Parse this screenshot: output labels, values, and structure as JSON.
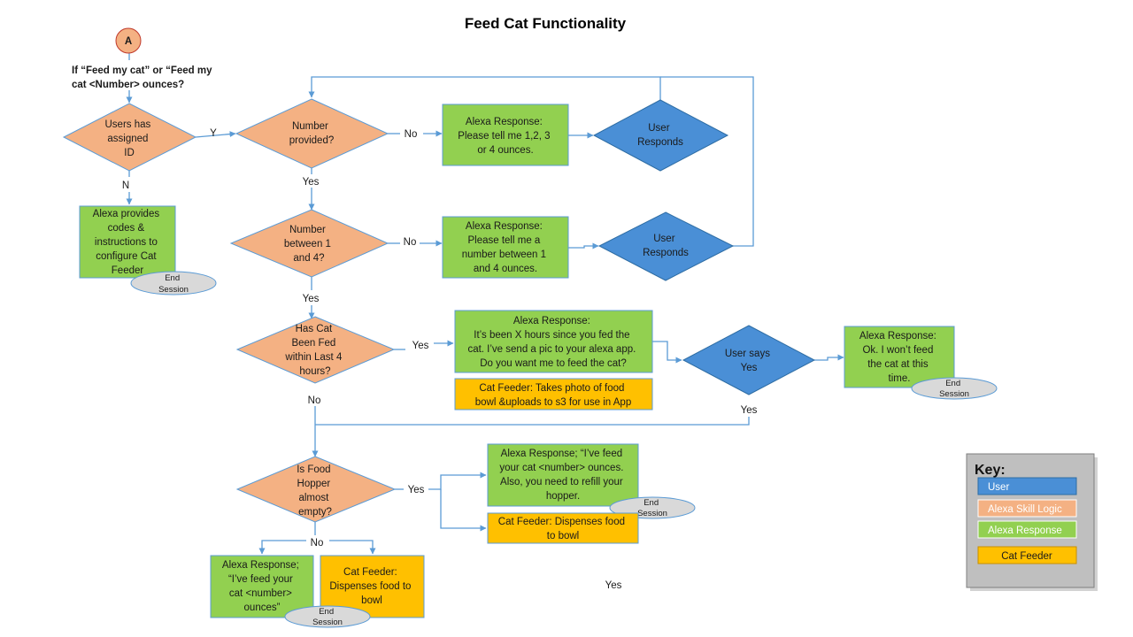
{
  "title": "Feed Cat Functionality",
  "colors": {
    "user": "#4a8fd6",
    "logic": "#f4b183",
    "response": "#92d050",
    "feeder": "#ffc000",
    "end_session": "#d9d9d9",
    "connector": "#5b9bd5",
    "key_panel": "#bfbfbf"
  },
  "start": {
    "connector_label": "A",
    "condition_line1": "If “Feed my cat” or “Feed my",
    "condition_line2": "cat <Number> ounces?"
  },
  "nodes": {
    "assigned_id": [
      "Users has",
      "assigned",
      "ID"
    ],
    "number_provided": [
      "Number",
      "provided?"
    ],
    "ask_number": [
      "Alexa Response:",
      "Please tell me 1,2, 3",
      "or 4 ounces."
    ],
    "user_responds_1": [
      "User",
      "Responds"
    ],
    "configure": [
      "Alexa provides",
      "codes &",
      "instructions to",
      "configure Cat",
      "Feeder"
    ],
    "number_range": [
      "Number",
      "between  1",
      "and 4?"
    ],
    "ask_range": [
      "Alexa Response:",
      "Please tell me a",
      "number between  1",
      "and 4 ounces."
    ],
    "user_responds_2": [
      "User",
      "Responds"
    ],
    "fed_recently": [
      "Has Cat",
      "Been Fed",
      "within Last 4",
      "hours?"
    ],
    "fed_response": [
      "Alexa Response:",
      "It’s been  X hours since you fed the",
      "cat. I’ve send a pic to your alexa app.",
      "Do you want me  to feed the cat?"
    ],
    "photo_feeder": [
      "Cat Feeder:  Takes photo of food",
      "bowl &uploads to s3 for use in App"
    ],
    "user_says_yes": [
      "User says",
      "Yes"
    ],
    "wont_feed": [
      "Alexa Response:",
      "Ok. I won’t feed",
      "the cat at this",
      "time."
    ],
    "hopper_empty": [
      "Is Food",
      "Hopper",
      "almost",
      "empty?"
    ],
    "refill_response": [
      "Alexa Response; “I’ve feed",
      "your cat <number> ounces.",
      "Also, you need  to refill your",
      "hopper."
    ],
    "dispense_1": [
      "Cat Feeder:  Dispenses food",
      "to bowl"
    ],
    "fed_response_2": [
      "Alexa Response;",
      "“I’ve feed your",
      "cat <number>",
      "ounces”"
    ],
    "dispense_2": [
      "Cat Feeder:",
      "Dispenses food to",
      "bowl"
    ]
  },
  "end_session": [
    "End",
    "Session"
  ],
  "edge_labels": {
    "y": "Y",
    "n": "N",
    "no_1": "No",
    "yes_1": "Yes",
    "no_2": "No",
    "yes_2": "Yes",
    "yes_3": "Yes",
    "no_3": "No",
    "yes_user": "Yes",
    "yes_4": "Yes",
    "no_4": "No",
    "stray_yes": "Yes"
  },
  "key": {
    "title": "Key:",
    "items": [
      "User",
      "Alexa Skill  Logic",
      "Alexa Response",
      "Cat Feeder"
    ]
  }
}
